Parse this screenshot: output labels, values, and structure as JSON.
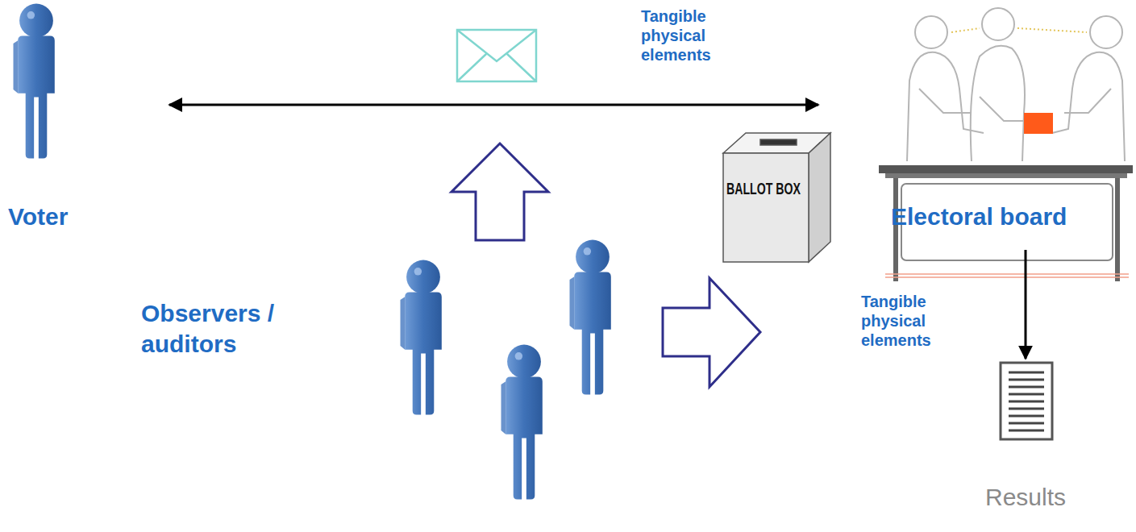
{
  "diagram": {
    "nodes": [
      {
        "text": [
          "Voter"
        ]
      },
      {
        "text": [
          "Electoral board"
        ]
      },
      {
        "text": [
          "BALLOT BOX"
        ]
      },
      {
        "text": [
          "Observers / auditors"
        ]
      },
      {
        "text": [
          "Results"
        ]
      }
    ],
    "edges": [
      {
        "from": 0,
        "to": 1,
        "label": "Tangible physical elements",
        "arrow": "both"
      },
      {
        "from": 1,
        "to": 4,
        "label": "Tangible physical elements",
        "arrow": "to"
      }
    ]
  }
}
